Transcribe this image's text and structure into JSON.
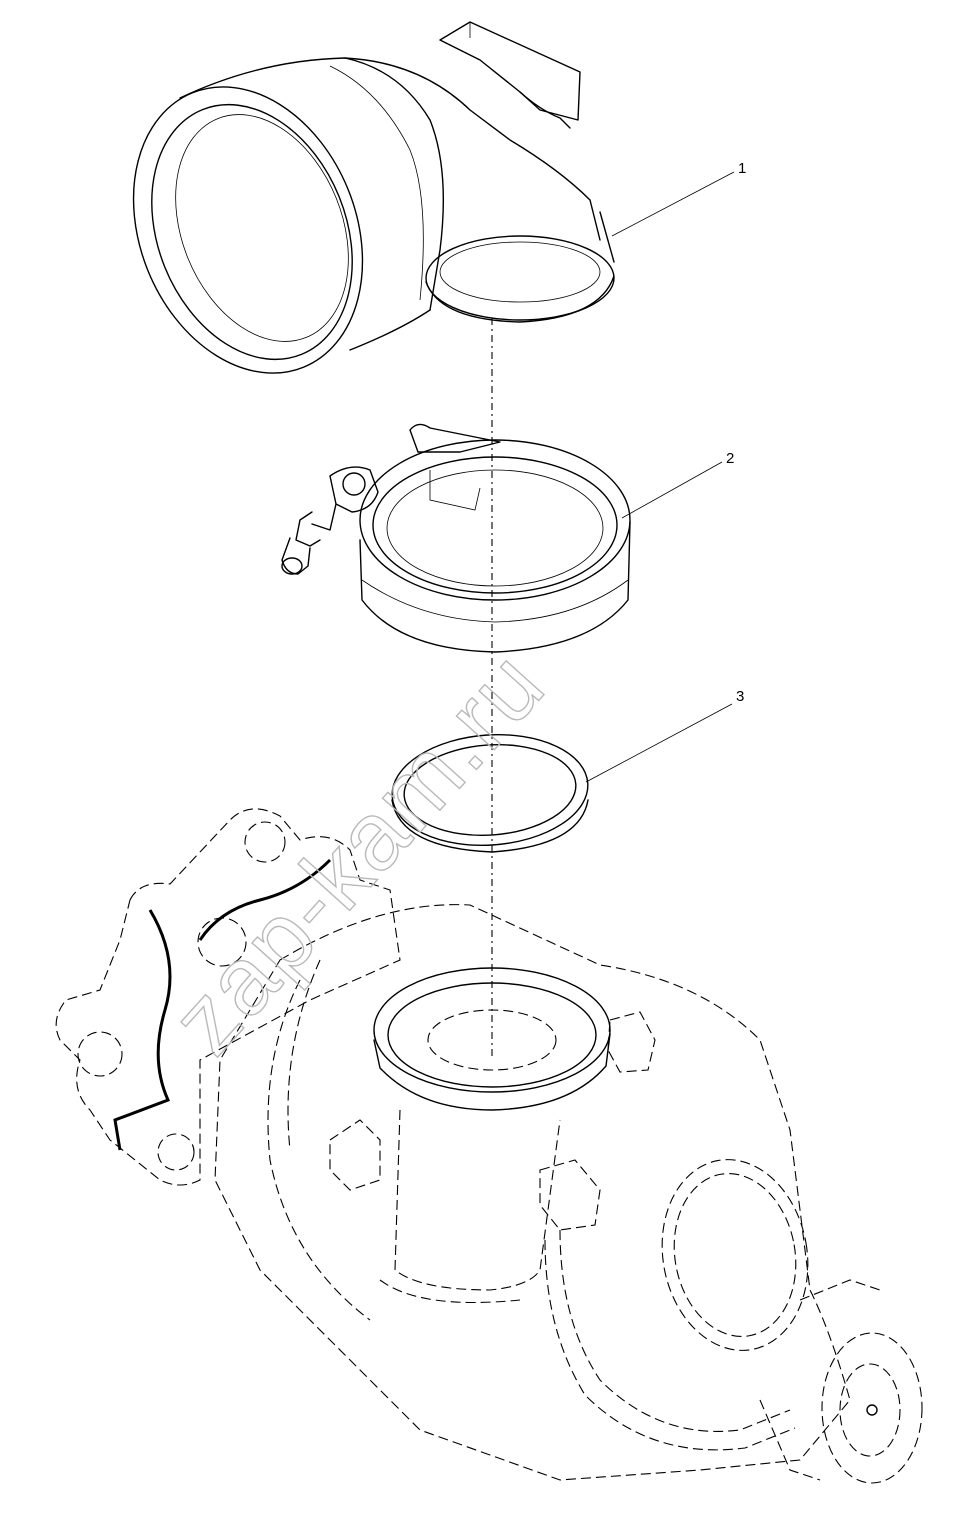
{
  "callouts": [
    {
      "label": "1"
    },
    {
      "label": "2"
    },
    {
      "label": "3"
    }
  ],
  "watermark": {
    "text": "zap-kam.ru",
    "color": "#b9b9b9"
  },
  "colors": {
    "line": "#000000",
    "background": "#ffffff"
  }
}
